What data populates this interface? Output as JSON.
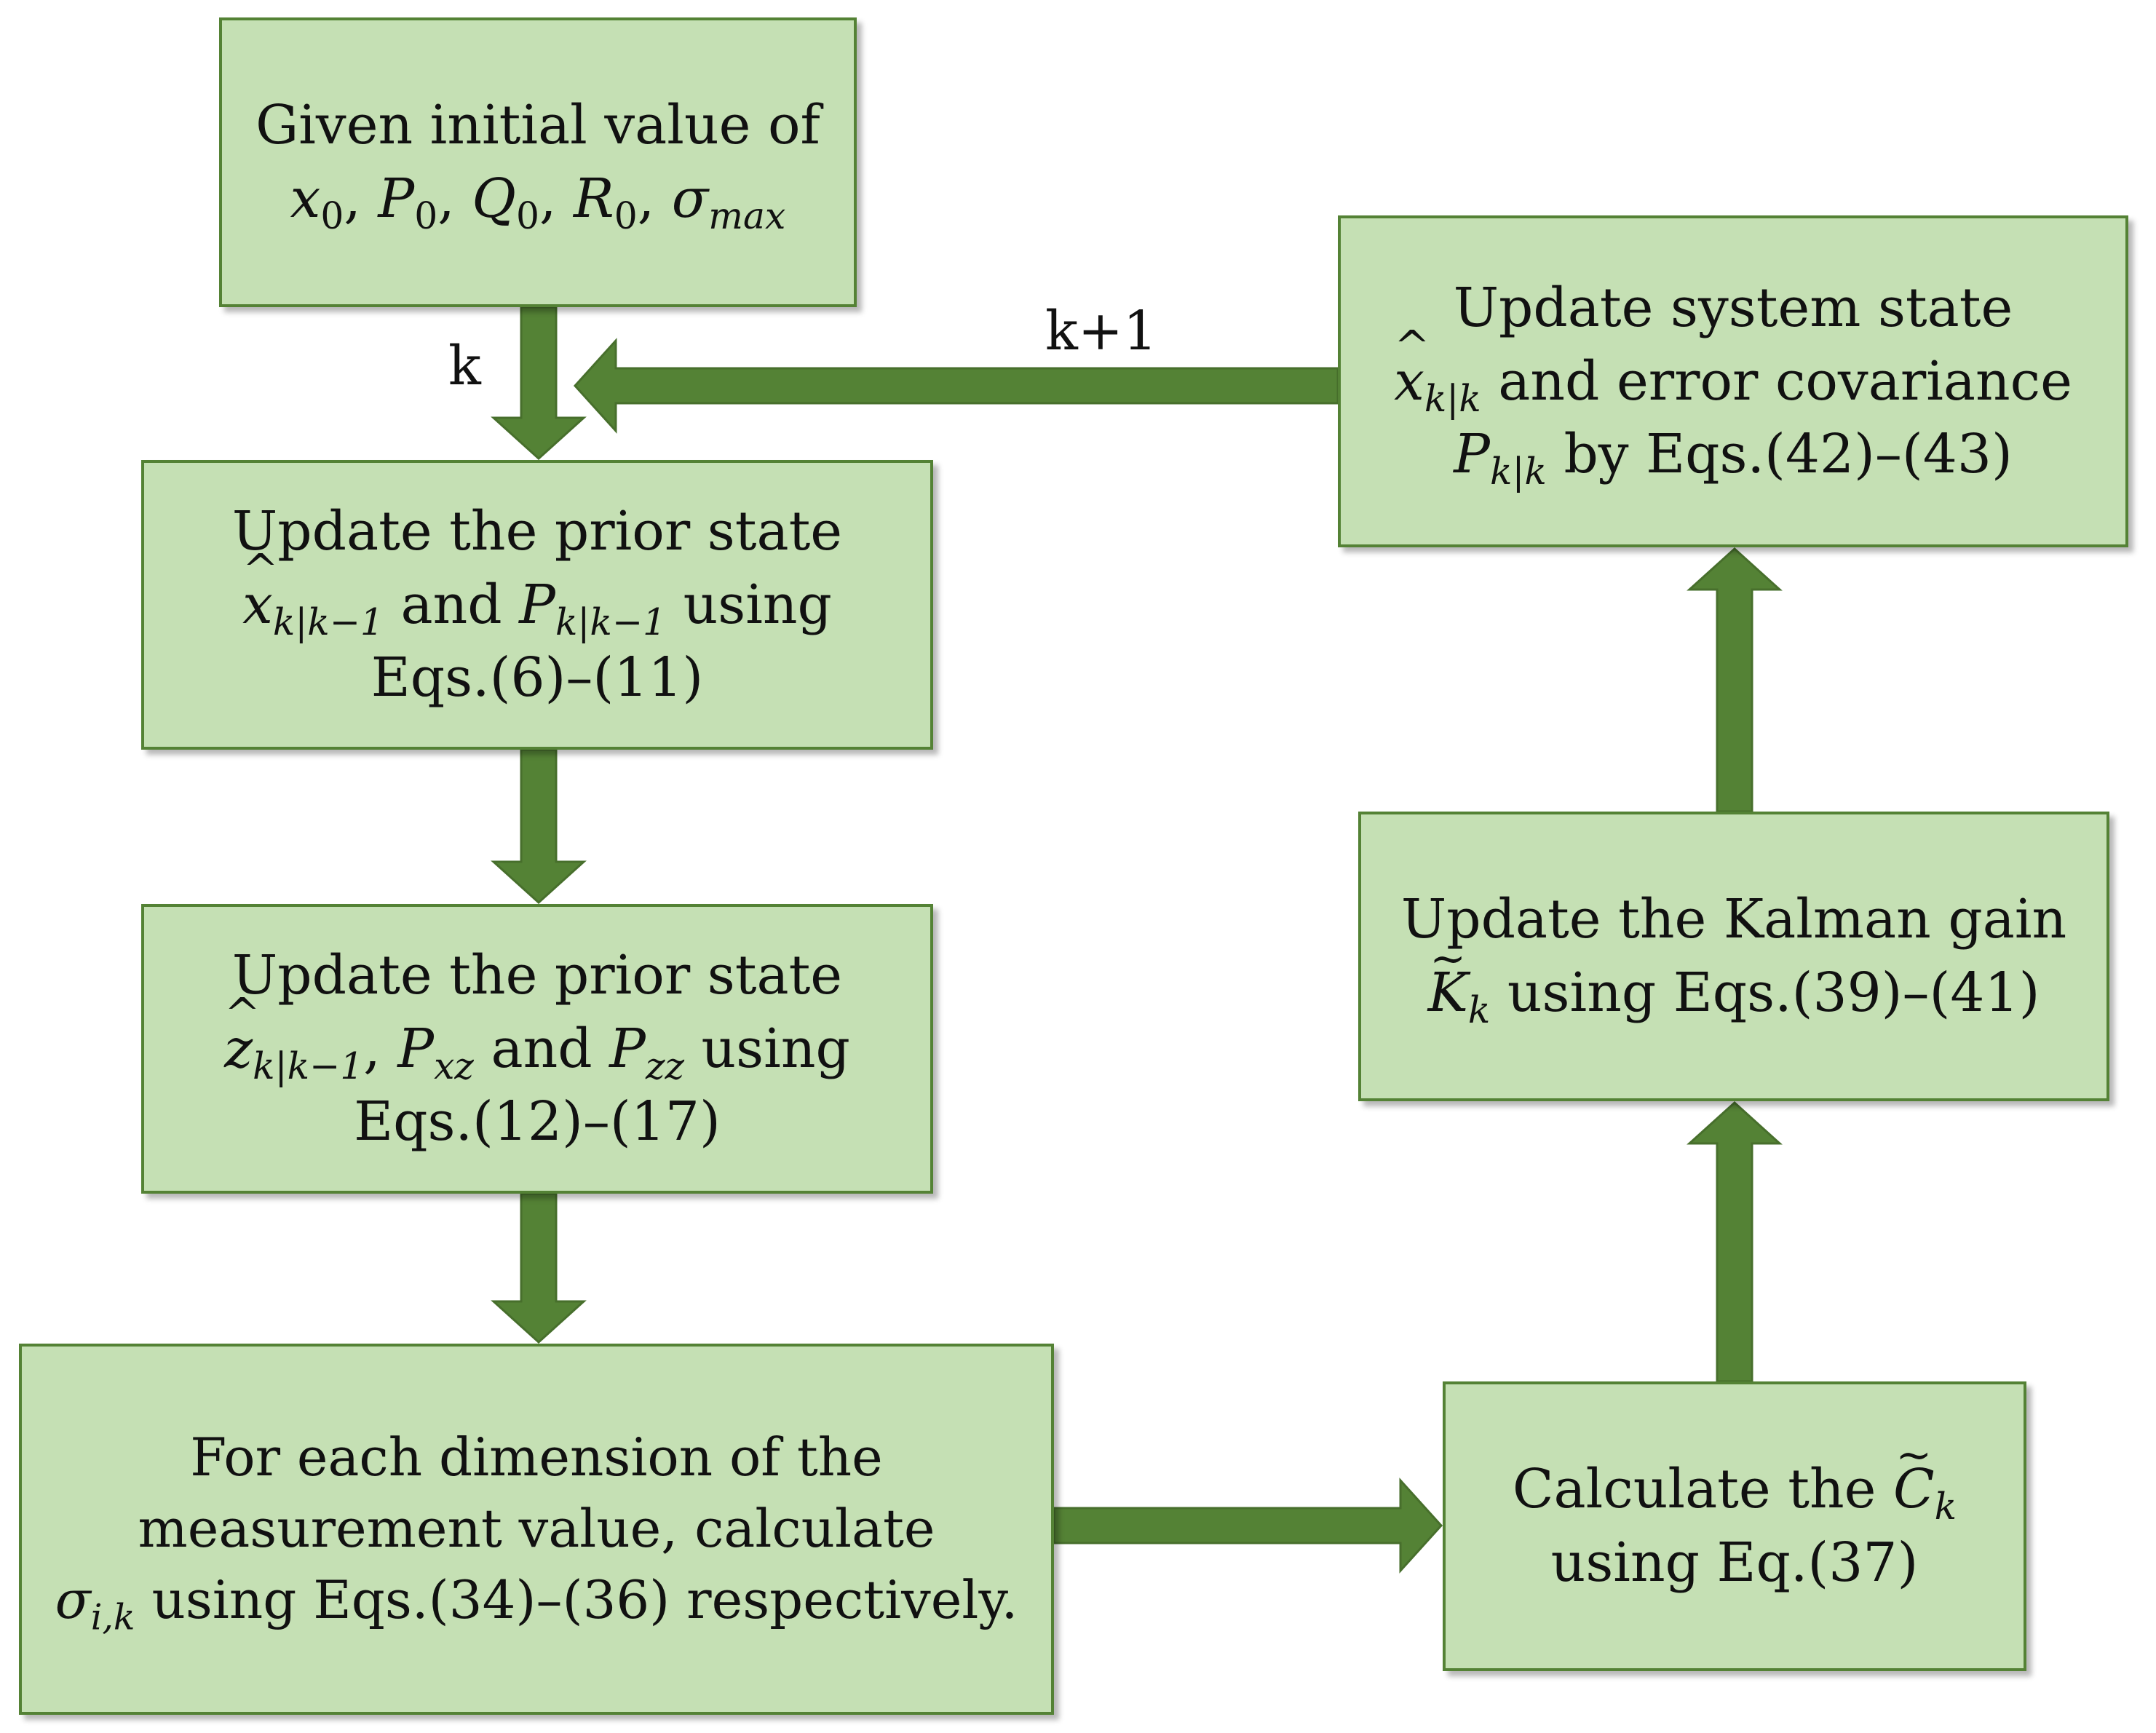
{
  "colors": {
    "box_fill": "#c5e0b4",
    "box_border": "#548235",
    "arrow": "#548235"
  },
  "boxes": {
    "init": {
      "line1": "Given initial value of",
      "vars": [
        "x",
        "P",
        "Q",
        "R"
      ],
      "zero_sub": "0",
      "sigma": "σ",
      "sigma_sub": "max"
    },
    "prior_state": {
      "line1": "Update the prior state",
      "x": "x",
      "x_sub": "k|k−1",
      "and": "and",
      "p": "P",
      "p_sub": "k|k−1",
      "using": "using",
      "eqs": "Eqs.(6)–(11)"
    },
    "prior_meas": {
      "line1": "Update the prior state",
      "z": "z",
      "z_sub": "k|k−1",
      "p1": "P",
      "p1_sub": "xz",
      "and": "and",
      "p2": "P",
      "p2_sub": "zz",
      "using": "using",
      "eqs": "Eqs.(12)–(17)"
    },
    "sigma_calc": {
      "line1": "For each dimension of the",
      "line2": "measurement value, calculate",
      "sigma": "σ",
      "sigma_sub": "i,k",
      "tail": "using Eqs.(34)–(36) respectively."
    },
    "c_calc": {
      "line1": "Calculate the",
      "c": "C",
      "c_sub": "k",
      "line2": "using Eq.(37)"
    },
    "gain": {
      "line1": "Update the Kalman gain",
      "k": "K",
      "k_sub": "k",
      "tail": "using Eqs.(39)–(41)"
    },
    "post": {
      "line1": "Update system state",
      "x": "x",
      "x_sub": "k|k",
      "mid": "and error covariance",
      "p": "P",
      "p_sub": "k|k",
      "tail": "by Eqs.(42)–(43)"
    }
  },
  "labels": {
    "k": "k",
    "k_plus_1": "k+1"
  }
}
